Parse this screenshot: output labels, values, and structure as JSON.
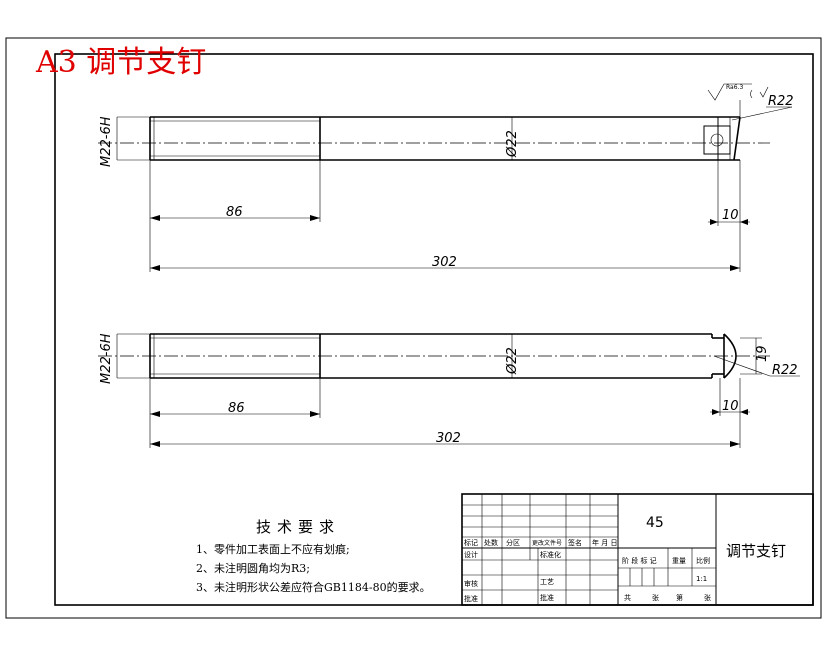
{
  "sheet": {
    "title": "A3 调节支钉"
  },
  "view_top": {
    "thread": "M22-6H",
    "diameter": "Ø22",
    "thread_length": "86",
    "total_length": "302",
    "end_length": "10",
    "radius": "R22",
    "roughness": "Ra6.3"
  },
  "view_bottom": {
    "thread": "M22-6H",
    "diameter": "Ø22",
    "thread_length": "86",
    "total_length": "302",
    "end_length": "10",
    "radius": "R22",
    "flat": "19"
  },
  "tech_notes": {
    "title": "技术要求",
    "items": [
      "1、零件加工表面上不应有划痕;",
      "2、未注明圆角均为R3;",
      "3、未注明形状公差应符合GB1184-80的要求。"
    ]
  },
  "title_block": {
    "material": "45",
    "part_name": "调节支钉",
    "scale": "1:1",
    "labels": {
      "mark": "标记",
      "count": "处数",
      "zone": "分区",
      "change_doc": "更改文件号",
      "sign": "签名",
      "date": "年 月 日",
      "design": "设计",
      "standardize": "标准化",
      "review": "审核",
      "craft": "工艺",
      "approve": "批准",
      "stage": "阶 段 标 记",
      "weight": "重量",
      "ratio": "比例",
      "total": "共",
      "sheet_word": "张",
      "page": "第",
      "sheet_word2": "张"
    }
  }
}
